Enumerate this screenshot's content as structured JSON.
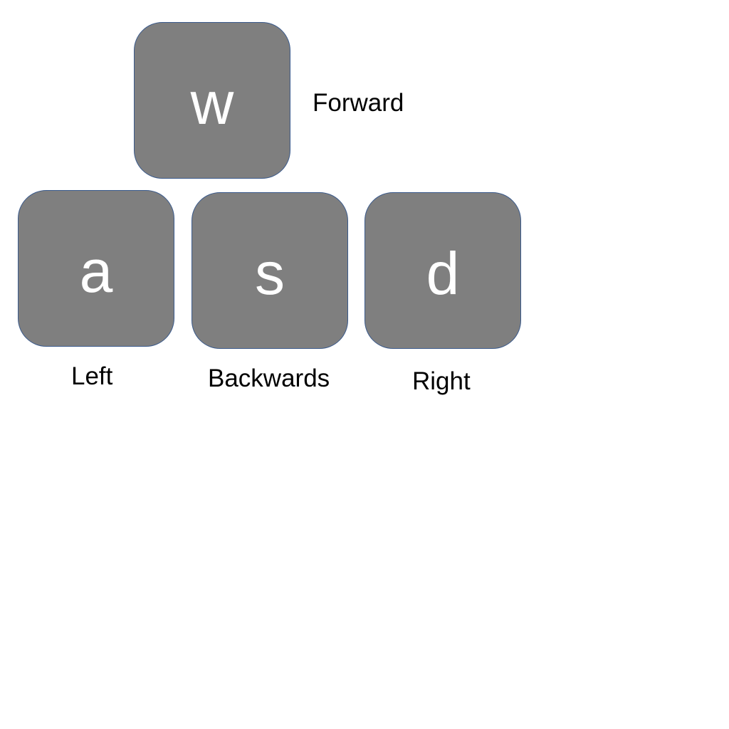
{
  "keys": {
    "w": {
      "letter": "w",
      "caption": "Forward"
    },
    "a": {
      "letter": "a",
      "caption": "Left"
    },
    "s": {
      "letter": "s",
      "caption": "Backwards"
    },
    "d": {
      "letter": "d",
      "caption": "Right"
    }
  },
  "colors": {
    "key_fill": "#7f7f7f",
    "key_border": "#3a5a8c",
    "key_text": "#ffffff",
    "caption_text": "#000000",
    "background": "#ffffff"
  }
}
